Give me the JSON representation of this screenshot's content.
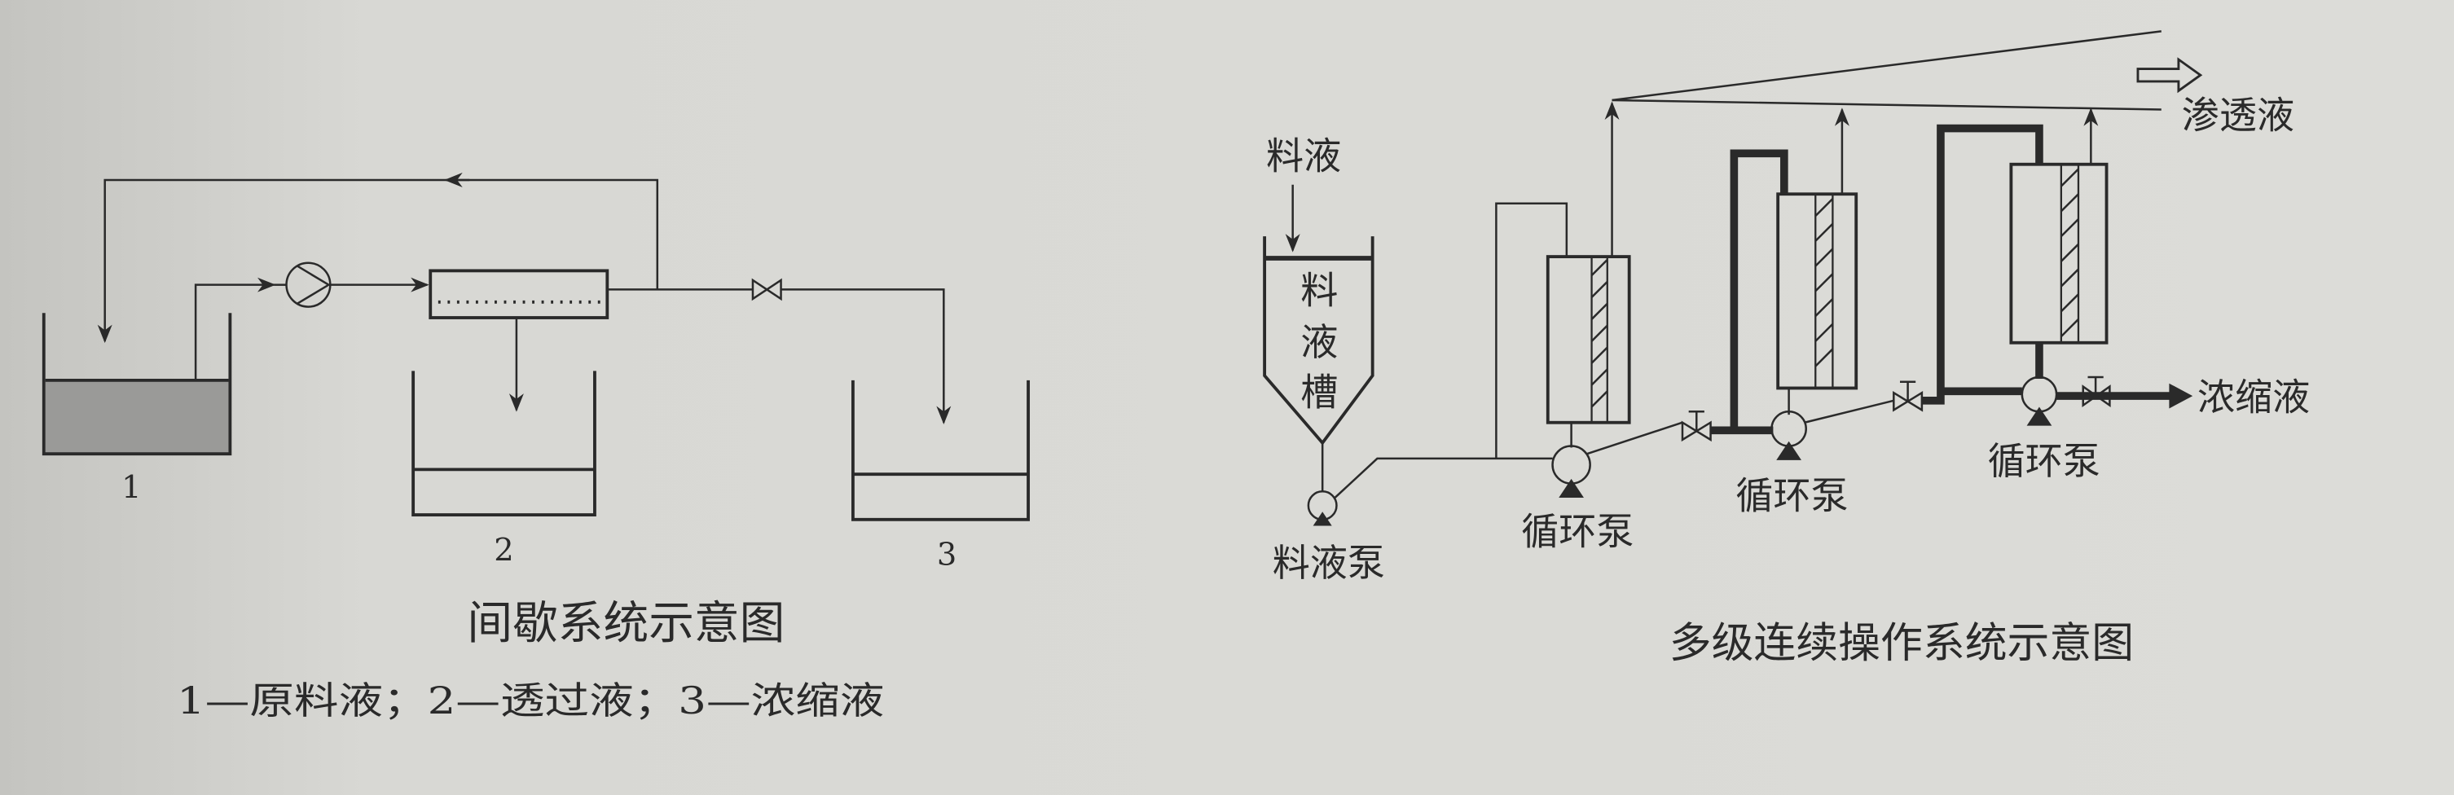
{
  "left_diagram": {
    "title": "间歇系统示意图",
    "legend": "1—原料液；2—透过液；3—浓缩液",
    "tank_labels": [
      "1",
      "2",
      "3"
    ]
  },
  "right_diagram": {
    "title": "多级连续操作系统示意图",
    "feed_label": "料液",
    "feed_tank_chars": [
      "料",
      "液",
      "槽"
    ],
    "feed_pump_label": "料液泵",
    "circulation_pump_labels": [
      "循环泵",
      "循环泵",
      "循环泵"
    ],
    "permeate_label": "渗透液",
    "concentrate_label": "浓缩液"
  },
  "colors": {
    "background": "#d6d6d2",
    "line": "#2a2a2a",
    "liquid": "#9a9a98"
  }
}
